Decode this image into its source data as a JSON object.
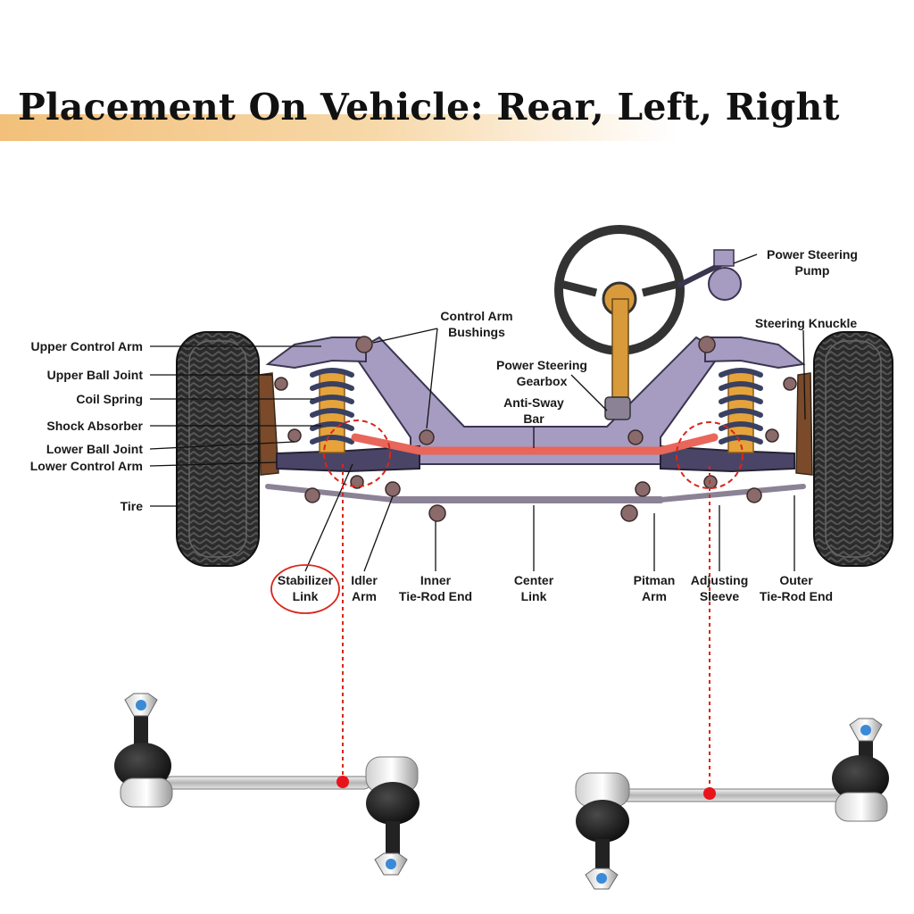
{
  "title": "Placement On Vehicle: Rear, Left, Right",
  "colors": {
    "title_band": "#f2c07a",
    "frame": "#a69cc2",
    "frame_stroke": "#3b3550",
    "anti_sway_bar": "#e8665a",
    "highlight": "#d9261c",
    "tire": "#2b2b2b",
    "spring": "#3a4060",
    "shock": "#e6a33a",
    "column": "#d89a3a"
  },
  "labels": {
    "upper_control_arm": "Upper Control Arm",
    "upper_ball_joint": "Upper Ball Joint",
    "coil_spring": "Coil Spring",
    "shock_absorber": "Shock Absorber",
    "lower_ball_joint": "Lower Ball Joint",
    "lower_control_arm": "Lower Control Arm",
    "tire": "Tire",
    "control_arm_bushings_1": "Control Arm",
    "control_arm_bushings_2": "Bushings",
    "power_steering_gearbox_1": "Power Steering",
    "power_steering_gearbox_2": "Gearbox",
    "anti_sway_bar_1": "Anti-Sway",
    "anti_sway_bar_2": "Bar",
    "power_steering_pump_1": "Power Steering",
    "power_steering_pump_2": "Pump",
    "steering_knuckle": "Steering Knuckle",
    "stabilizer_link_1": "Stabilizer",
    "stabilizer_link_2": "Link",
    "idler_arm_1": "Idler",
    "idler_arm_2": "Arm",
    "inner_tie_rod_end_1": "Inner",
    "inner_tie_rod_end_2": "Tie-Rod End",
    "center_link_1": "Center",
    "center_link_2": "Link",
    "pitman_arm_1": "Pitman",
    "pitman_arm_2": "Arm",
    "adjusting_sleeve_1": "Adjusting",
    "adjusting_sleeve_2": "Sleeve",
    "outer_tie_rod_end_1": "Outer",
    "outer_tie_rod_end_2": "Tie-Rod End"
  },
  "icons": [
    "steering-wheel-icon",
    "tire-icon",
    "coil-spring-icon",
    "stabilizer-link-icon"
  ]
}
